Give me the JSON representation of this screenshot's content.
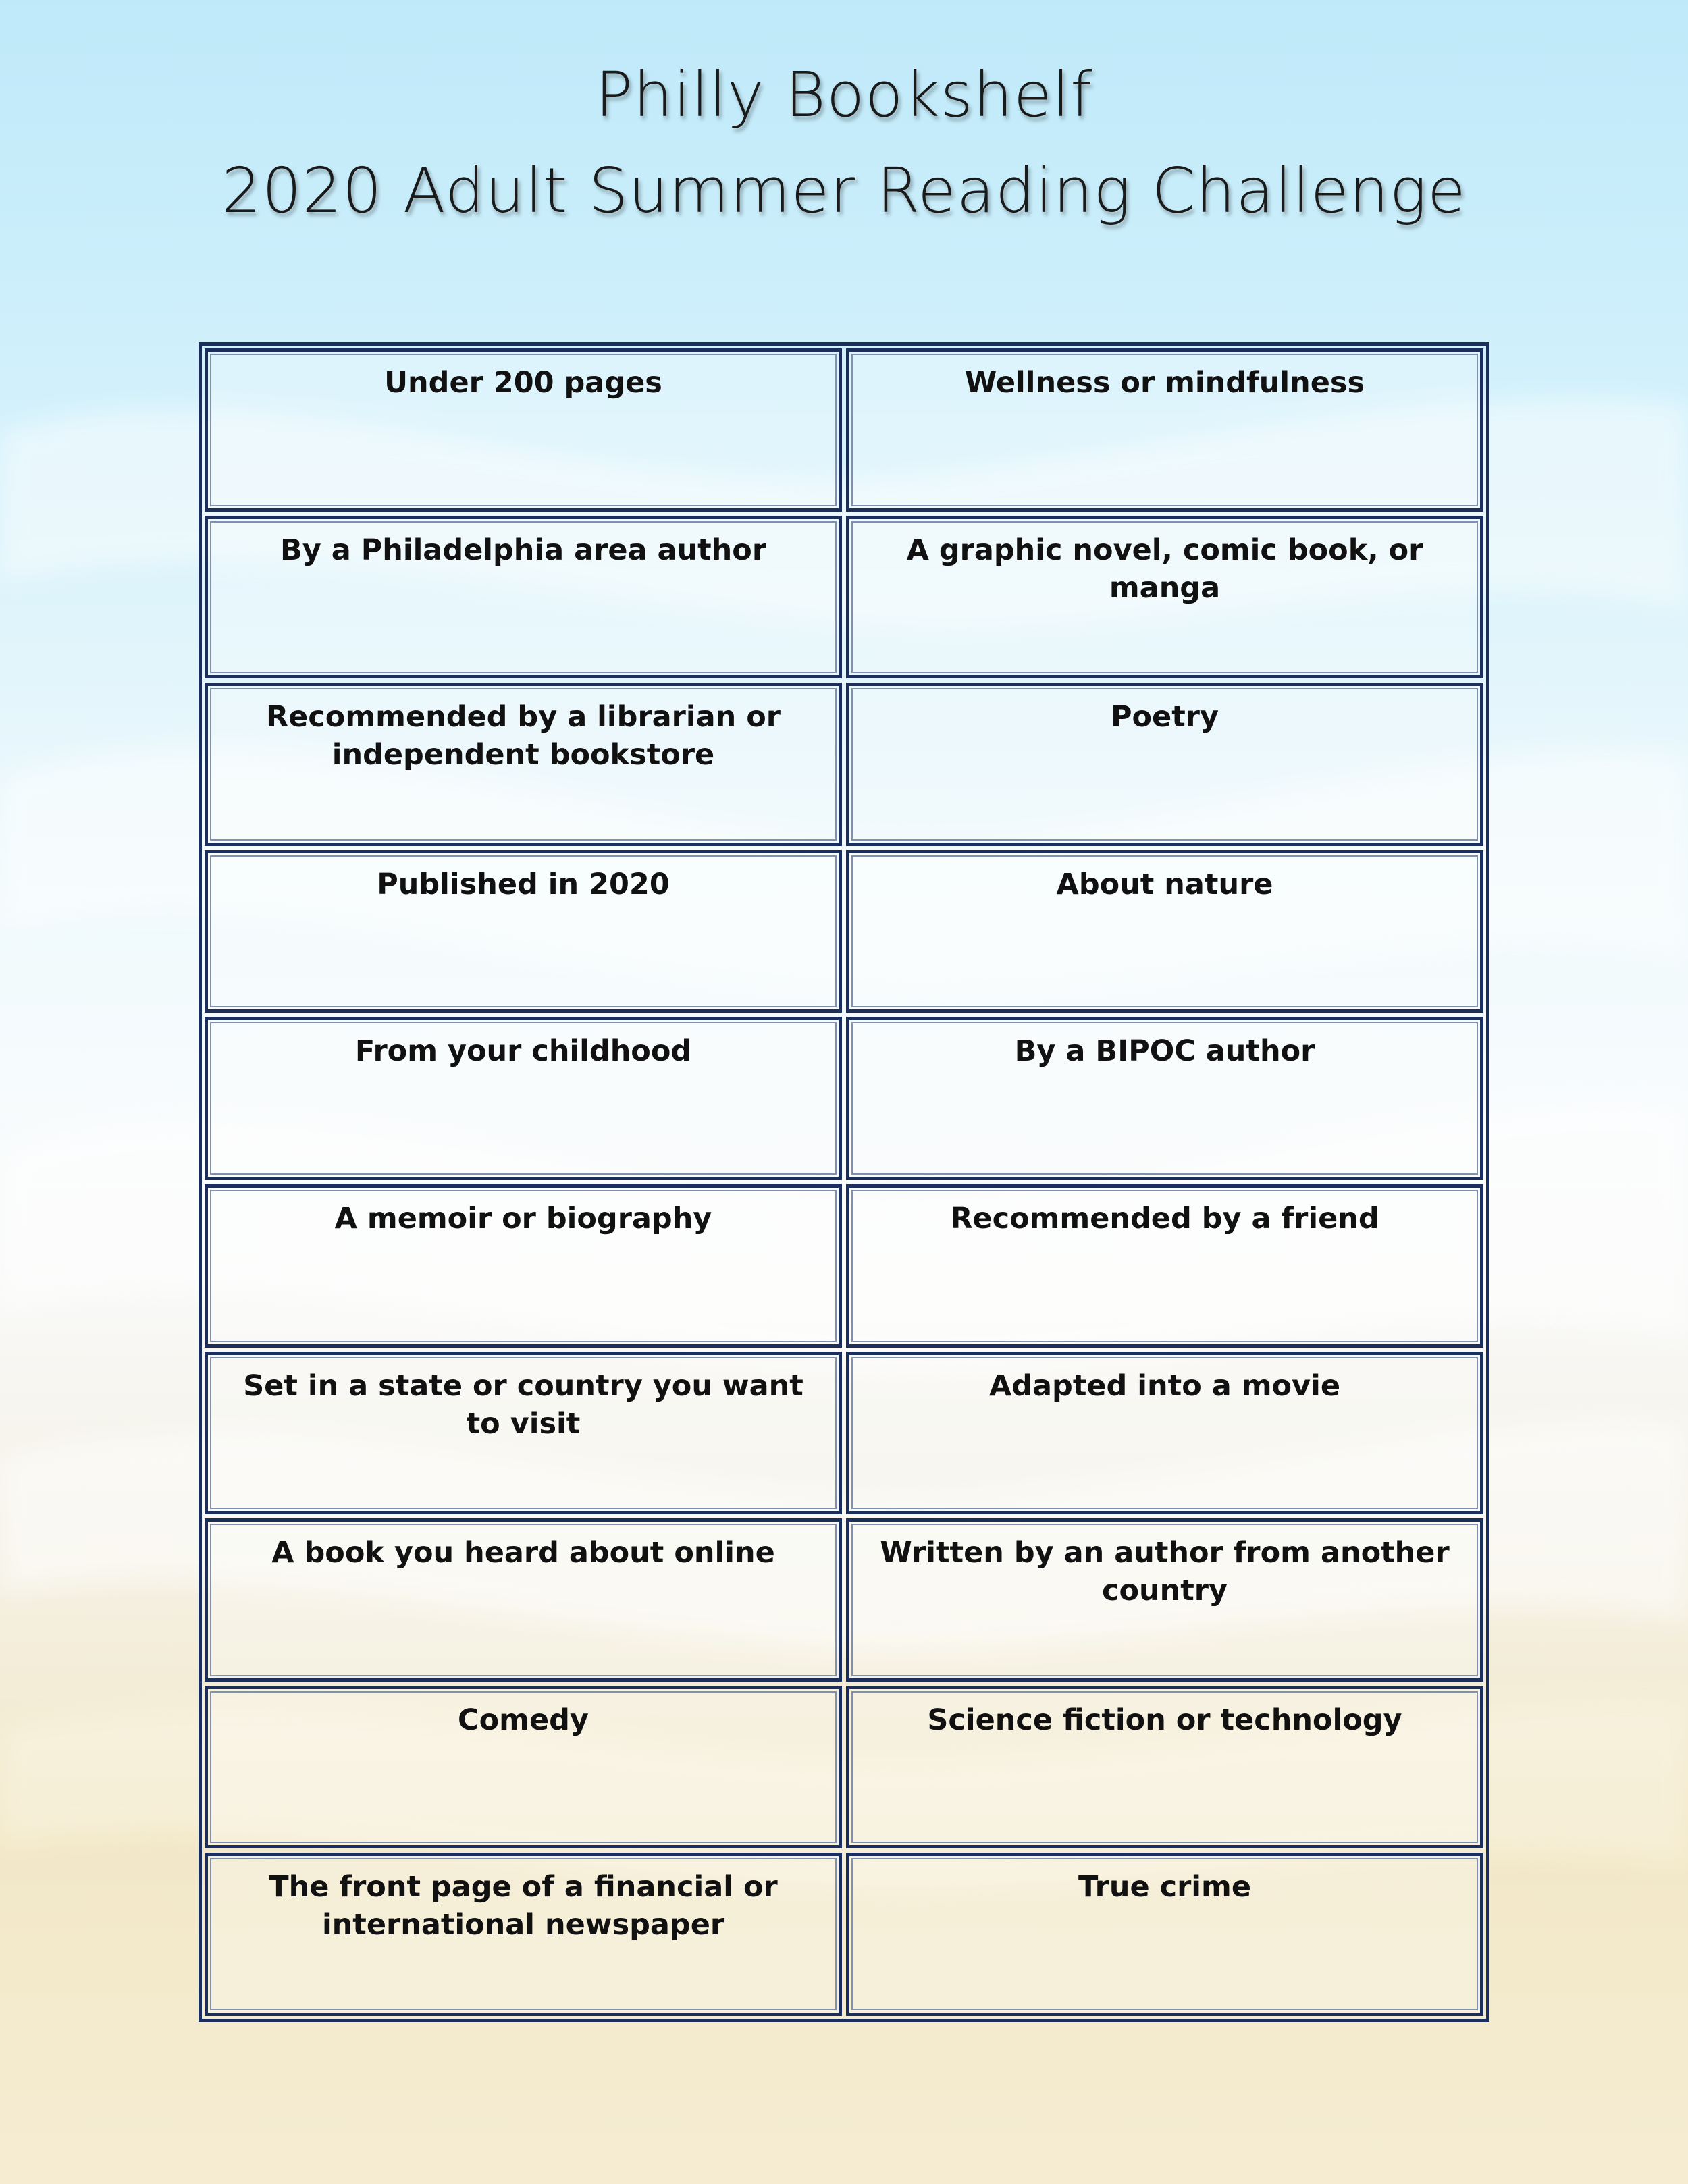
{
  "header": {
    "title_line1": "Philly Bookshelf",
    "title_line2": "2020 Adult Summer Reading Challenge"
  },
  "challenge_grid": {
    "cells": [
      "Under 200 pages",
      "Wellness or mindfulness",
      "By a Philadelphia area author",
      "A graphic novel, comic book, or manga",
      "Recommended by a librarian or independent bookstore",
      "Poetry",
      "Published in 2020",
      "About nature",
      "From your childhood",
      "By a BIPOC author",
      "A memoir or biography",
      "Recommended by a friend",
      "Set in a state or country you want to visit",
      "Adapted into a movie",
      "A book you heard about online",
      "Written by an author from another country",
      "Comedy",
      "Science fiction or technology",
      "The front page of a financial or international newspaper",
      "True crime"
    ]
  },
  "colors": {
    "grid_border": "#1c2e5c",
    "sky": "#bfe9f9",
    "sand": "#f2e8c8"
  }
}
